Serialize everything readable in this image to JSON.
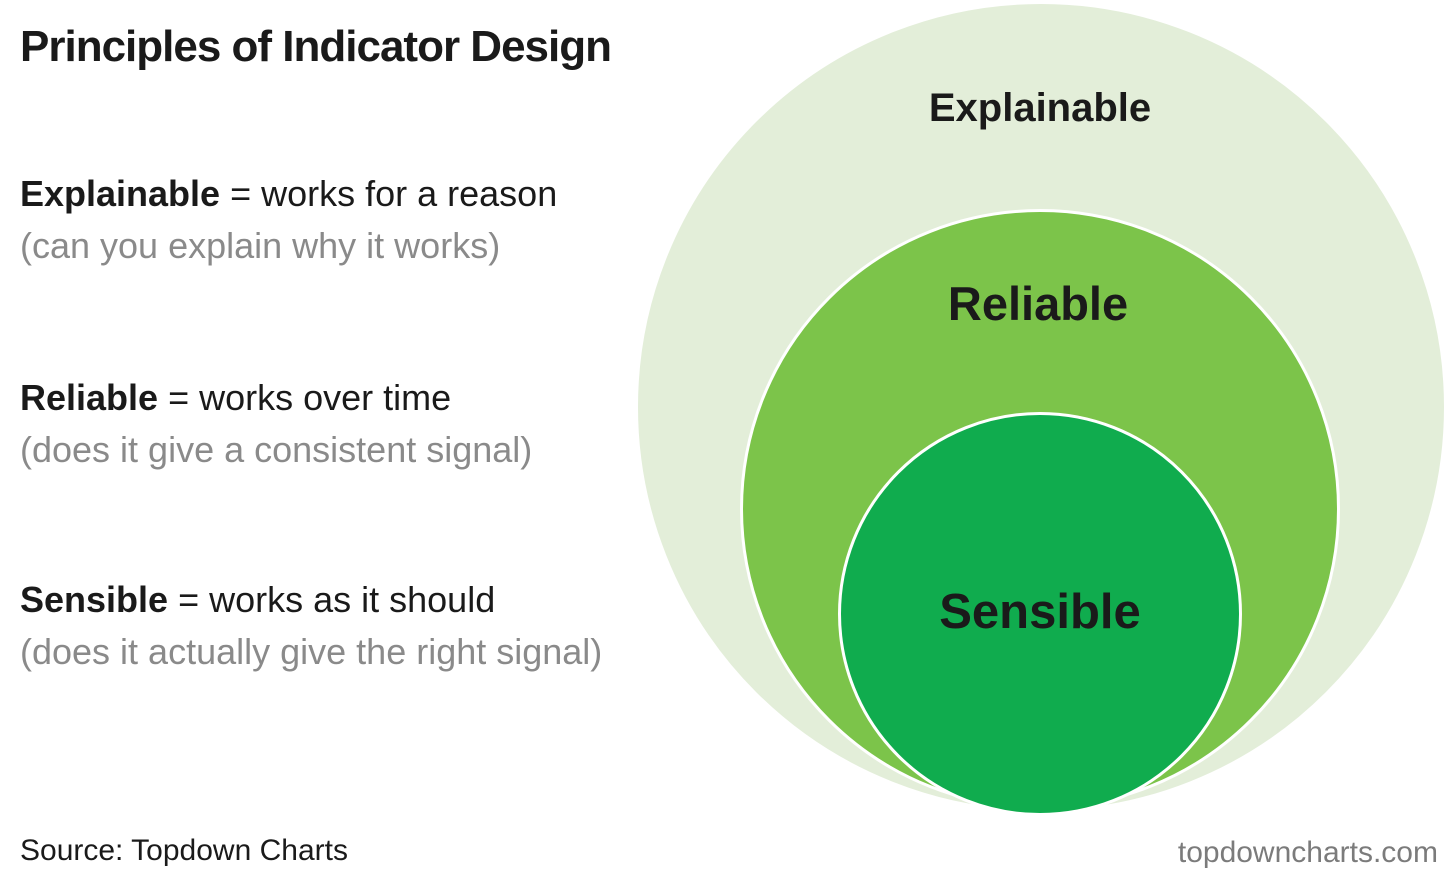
{
  "title": "Principles of Indicator Design",
  "definitions": [
    {
      "term": "Explainable",
      "rest": " = works for a reason",
      "note": "(can you explain why it works)"
    },
    {
      "term": "Reliable",
      "rest": " = works over time",
      "note": "(does it give a consistent signal)"
    },
    {
      "term": "Sensible",
      "rest": " = works as it should",
      "note": "(does it actually give the right signal)"
    }
  ],
  "venn": {
    "rings": [
      {
        "label": "Explainable",
        "color": "#e3eed9"
      },
      {
        "label": "Reliable",
        "color": "#7cc44a"
      },
      {
        "label": "Sensible",
        "color": "#10ac4e"
      }
    ],
    "ring_stroke": "#ffffff"
  },
  "footer": {
    "source": "Source: Topdown Charts",
    "website": "topdowncharts.com"
  },
  "colors": {
    "text": "#1a1a1a",
    "muted_note": "#8a8a8a",
    "footer_muted": "#7b7b7b",
    "background": "#ffffff"
  }
}
